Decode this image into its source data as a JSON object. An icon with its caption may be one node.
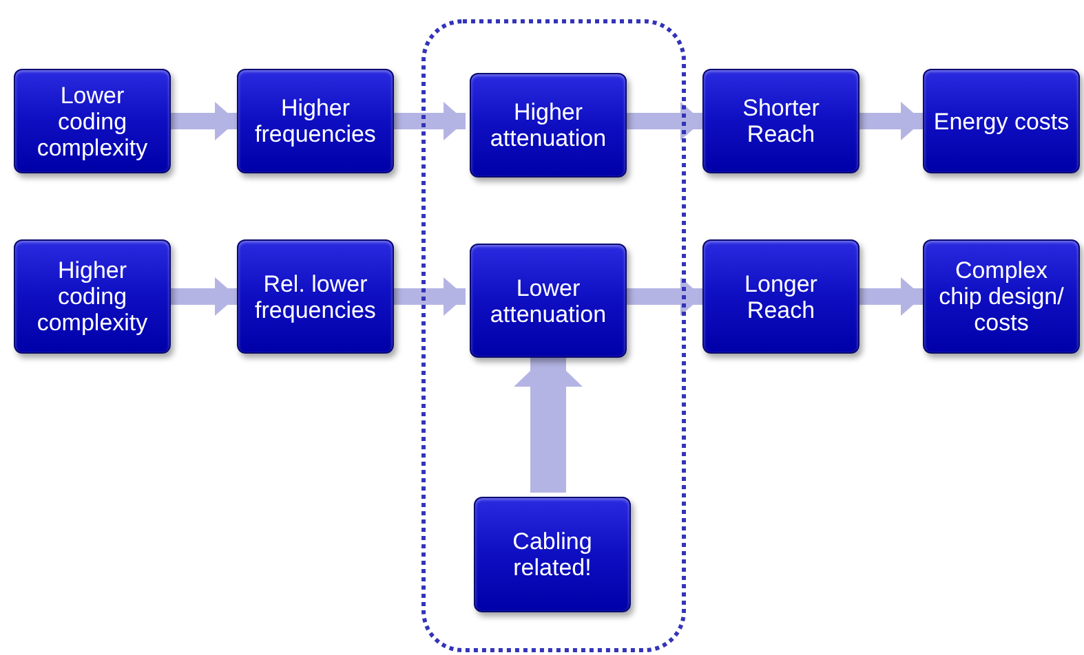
{
  "diagram": {
    "nodes": [
      {
        "text": [
          "Lower coding complexity"
        ]
      },
      {
        "text": [
          "Higher frequencies"
        ]
      },
      {
        "text": [],
        "shape": "box"
      },
      {
        "text": [
          "Higher attenuation"
        ],
        "in": 2
      },
      {
        "text": [
          "Shorter Reach"
        ]
      },
      {
        "text": [
          "Energy costs"
        ]
      },
      {
        "text": [
          "Higher coding complexity"
        ]
      },
      {
        "text": [
          "Rel. lower frequencies"
        ]
      },
      {
        "text": [
          "Lower attenuation"
        ],
        "in": 2
      },
      {
        "text": [
          "Longer Reach"
        ]
      },
      {
        "text": [
          "Complex chip design/ costs"
        ]
      },
      {
        "text": [
          "Cabling related!"
        ],
        "in": 2
      }
    ],
    "edges": [
      {
        "from": 0,
        "to": 1,
        "arrow": "to"
      },
      {
        "from": 1,
        "to": 3,
        "arrow": "to"
      },
      {
        "from": 3,
        "to": 4,
        "arrow": "to"
      },
      {
        "from": 4,
        "to": 5,
        "arrow": "to"
      },
      {
        "from": 6,
        "to": 7,
        "arrow": "to"
      },
      {
        "from": 7,
        "to": 8,
        "arrow": "to"
      },
      {
        "from": 8,
        "to": 9,
        "arrow": "to"
      },
      {
        "from": 9,
        "to": 10,
        "arrow": "to"
      },
      {
        "from": 11,
        "to": 8,
        "arrow": "to",
        "style": "thick"
      }
    ]
  }
}
